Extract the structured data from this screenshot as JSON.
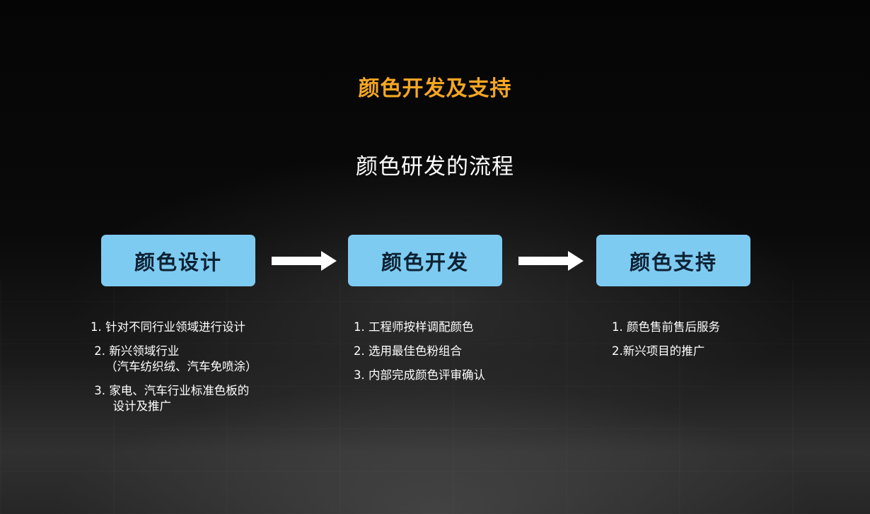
{
  "title": "颜色开发及支持",
  "subtitle": "颜色研发的流程",
  "steps": [
    {
      "label": "颜色设计",
      "items": [
        "1. 针对不同行业领域进行设计",
        " 2. 新兴领域行业\n    （汽车纺织绒、汽车免喷涂）",
        " 3. 家电、汽车行业标准色板的\n      设计及推广"
      ]
    },
    {
      "label": "颜色开发",
      "items": [
        "1. 工程师按样调配颜色",
        "2. 选用最佳色粉组合",
        "3. 内部完成颜色评审确认"
      ]
    },
    {
      "label": "颜色支持",
      "items": [
        "1. 颜色售前售后服务",
        "2.新兴项目的推广"
      ]
    }
  ],
  "colors": {
    "title": "#f5a623",
    "box": "#7ecbf2",
    "box_text": "#0e2233",
    "arrow": "#ffffff"
  },
  "icons": {
    "arrow": "arrow-right-icon"
  }
}
